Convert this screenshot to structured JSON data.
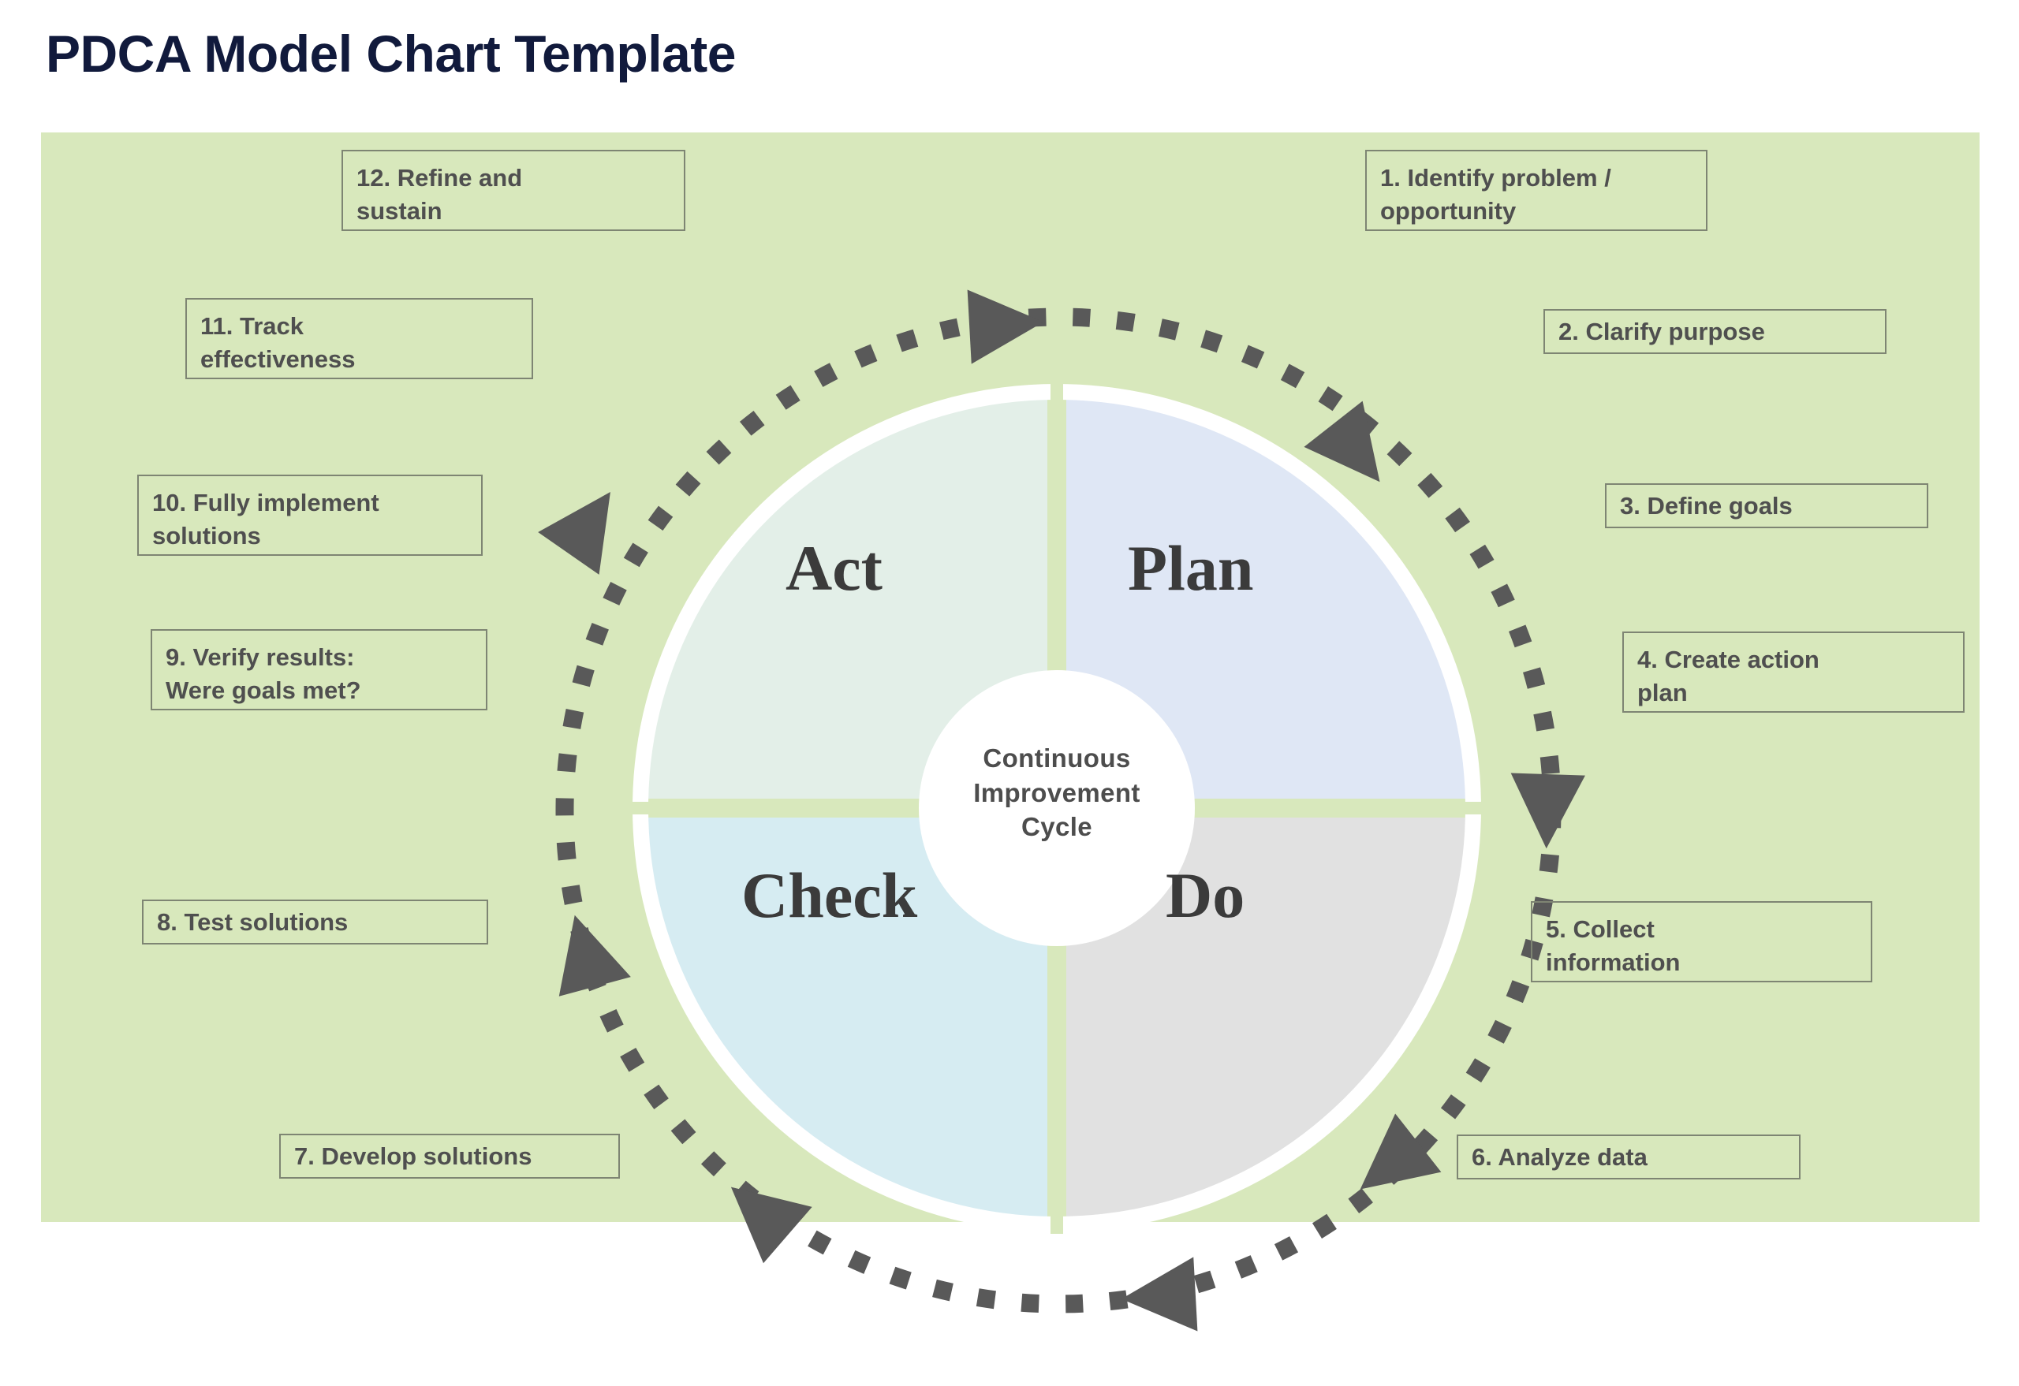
{
  "page": {
    "title": "PDCA Model Chart Template",
    "background_color": "#ffffff",
    "panel_color": "#d8e8bc",
    "title_color": "#111a3c"
  },
  "chart_data": {
    "type": "diagram",
    "title": "PDCA Model Chart Template",
    "subtype": "pdca-cycle-wheel",
    "hub": {
      "line1": "Continuous",
      "line2": "Improvement",
      "line3": "Cycle"
    },
    "quadrants": [
      {
        "name": "Plan",
        "position": "top-right",
        "color": "#dfe7f5"
      },
      {
        "name": "Do",
        "position": "bottom-right",
        "color": "#e1e1e1"
      },
      {
        "name": "Check",
        "position": "bottom-left",
        "color": "#d6ecf2"
      },
      {
        "name": "Act",
        "position": "top-left",
        "color": "#e3efe8"
      }
    ],
    "ring": {
      "direction": "clockwise",
      "style": "dotted",
      "color": "#595959",
      "arrowhead_count": 8
    },
    "steps": [
      {
        "number": "1",
        "label": "1. Identify problem / opportunity",
        "phase": "Plan"
      },
      {
        "number": "2",
        "label": "2. Clarify purpose",
        "phase": "Plan"
      },
      {
        "number": "3",
        "label": "3. Define goals",
        "phase": "Plan"
      },
      {
        "number": "4",
        "label": "4. Create action plan",
        "phase": "Plan"
      },
      {
        "number": "5",
        "label": "5. Collect information",
        "phase": "Do"
      },
      {
        "number": "6",
        "label": "6. Analyze data",
        "phase": "Do"
      },
      {
        "number": "7",
        "label": "7. Develop solutions",
        "phase": "Do"
      },
      {
        "number": "8",
        "label": "8. Test solutions",
        "phase": "Check"
      },
      {
        "number": "9",
        "label": "9. Verify results: Were goals met?",
        "phase": "Check"
      },
      {
        "number": "10",
        "label": "10. Fully implement solutions",
        "phase": "Act"
      },
      {
        "number": "11",
        "label": "11. Track effectiveness",
        "phase": "Act"
      },
      {
        "number": "12",
        "label": "12. Refine and sustain",
        "phase": "Act"
      }
    ]
  },
  "steps_text": {
    "s1_line1": "1. Identify problem /",
    "s1_line2": "opportunity",
    "s2": "2. Clarify purpose",
    "s3": "3. Define goals",
    "s4_line1": "4. Create action",
    "s4_line2": "plan",
    "s5_line1": "5. Collect",
    "s5_line2": "information",
    "s6": "6. Analyze data",
    "s7": "7. Develop solutions",
    "s8": "8. Test solutions",
    "s9_line1": "9. Verify results:",
    "s9_line2": "Were goals met?",
    "s10_line1": "10. Fully implement",
    "s10_line2": "solutions",
    "s11_line1": "11. Track",
    "s11_line2": "effectiveness",
    "s12_line1": "12. Refine and",
    "s12_line2": "sustain"
  },
  "wheel": {
    "act": "Act",
    "plan": "Plan",
    "check": "Check",
    "do": "Do",
    "hub_line1": "Continuous",
    "hub_line2": "Improvement",
    "hub_line3": "Cycle"
  }
}
